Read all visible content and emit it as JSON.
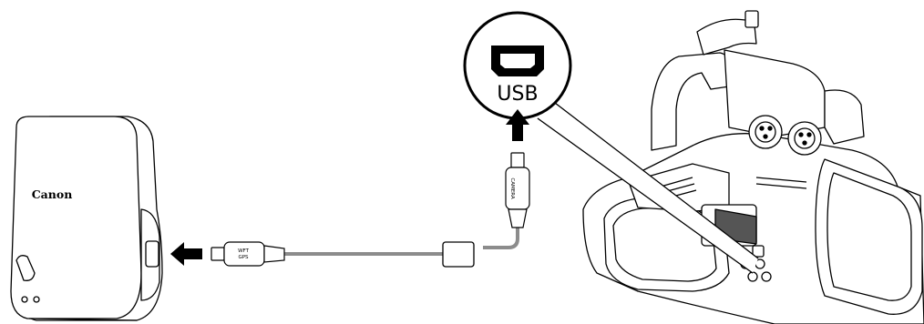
{
  "callout": {
    "port_label": "USB"
  },
  "receiver": {
    "brand": "Canon"
  },
  "receiver_plug": {
    "label_line1": "WFT",
    "label_line2": "GPS"
  },
  "camera_plug": {
    "label": "CAMERA"
  },
  "colors": {
    "line": "#000000",
    "cable": "#8c8c8c",
    "arrow": "#000000",
    "background": "#ffffff"
  },
  "icons": {
    "usb_port": "usb-port-icon",
    "arrow_left": "arrow-left-icon",
    "arrow_up": "arrow-up-icon"
  }
}
